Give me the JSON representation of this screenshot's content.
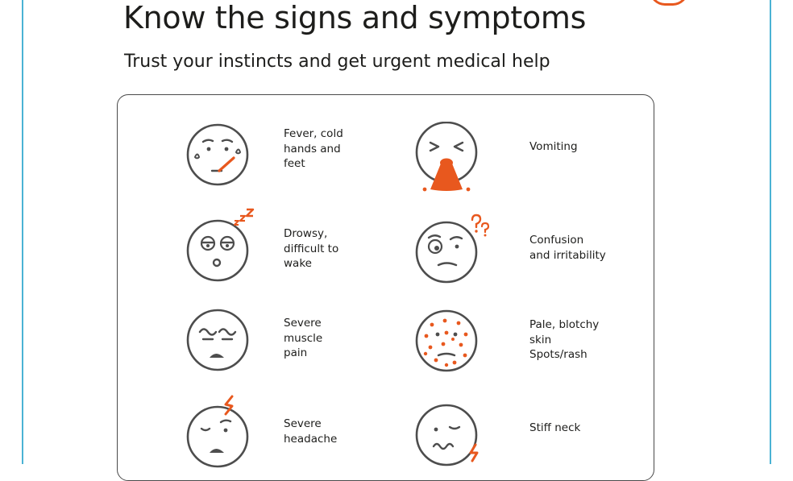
{
  "colors": {
    "accent": "#e8581e",
    "border": "#4ab3d4",
    "ink": "#1d1d1b",
    "icon_stroke": "#4d4d4d"
  },
  "header": {
    "title": "Know the signs and symptoms",
    "subtitle": "Trust your instincts and get urgent medical help"
  },
  "symptoms": [
    {
      "label": "Fever, cold\nhands and\nfeet",
      "icon": "fever-face-icon"
    },
    {
      "label": "Vomiting",
      "icon": "vomiting-face-icon"
    },
    {
      "label": "Drowsy,\ndifficult to\nwake",
      "icon": "drowsy-face-icon"
    },
    {
      "label": "Confusion\nand irritability",
      "icon": "confused-face-icon"
    },
    {
      "label": "Severe\nmuscle\npain",
      "icon": "pain-face-icon"
    },
    {
      "label": "Pale, blotchy\nskin\nSpots/rash",
      "icon": "rash-face-icon"
    },
    {
      "label": "Severe\nheadache",
      "icon": "headache-face-icon"
    },
    {
      "label": "Stiff neck",
      "icon": "stiff-neck-face-icon"
    }
  ]
}
